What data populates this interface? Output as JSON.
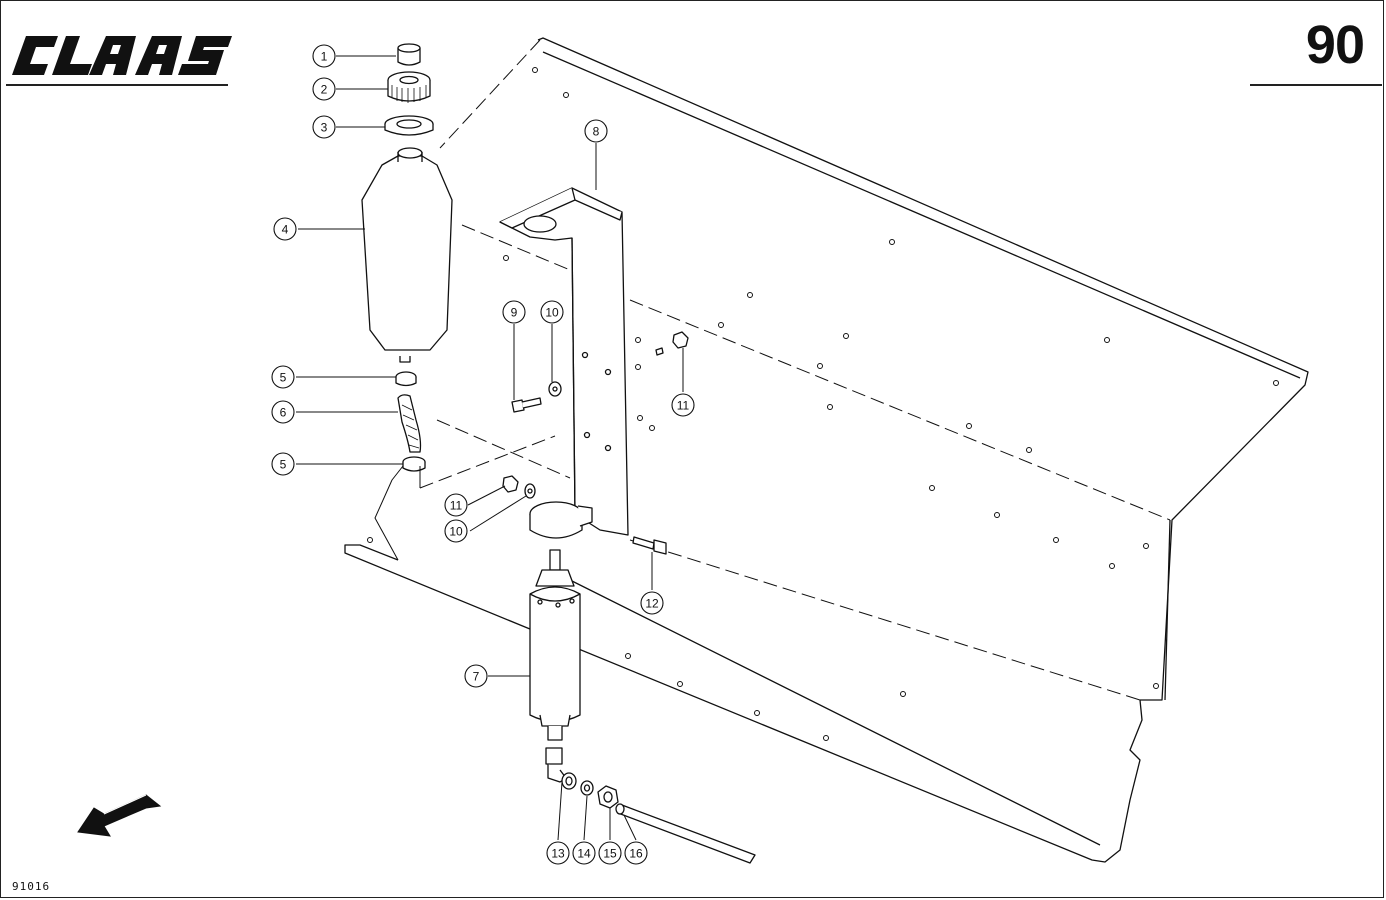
{
  "header": {
    "brand": "CLAAS",
    "page_number": "90"
  },
  "footer": {
    "drawing_code": "91016"
  },
  "callouts": [
    {
      "id": "c1",
      "label": "1"
    },
    {
      "id": "c2",
      "label": "2"
    },
    {
      "id": "c3",
      "label": "3"
    },
    {
      "id": "c4",
      "label": "4"
    },
    {
      "id": "c5a",
      "label": "5"
    },
    {
      "id": "c6",
      "label": "6"
    },
    {
      "id": "c5b",
      "label": "5"
    },
    {
      "id": "c7",
      "label": "7"
    },
    {
      "id": "c8",
      "label": "8"
    },
    {
      "id": "c9",
      "label": "9"
    },
    {
      "id": "c10a",
      "label": "10"
    },
    {
      "id": "c11a",
      "label": "11"
    },
    {
      "id": "c11b",
      "label": "11"
    },
    {
      "id": "c10b",
      "label": "10"
    },
    {
      "id": "c12",
      "label": "12"
    },
    {
      "id": "c13",
      "label": "13"
    },
    {
      "id": "c14",
      "label": "14"
    },
    {
      "id": "c15",
      "label": "15"
    },
    {
      "id": "c16",
      "label": "16"
    }
  ],
  "icons": {
    "direction": "arrow-icon"
  }
}
